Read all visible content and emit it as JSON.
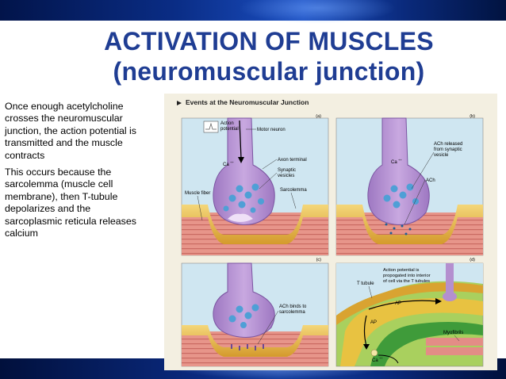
{
  "slide": {
    "title_line1": "ACTIVATION OF MUSCLES",
    "title_line2": "(neuromuscular junction)",
    "paragraph1": "Once enough acetylcholine crosses the neuromuscular junction, the action potential is transmitted and the muscle contracts",
    "paragraph2": "This occurs because the sarcolemma (muscle cell membrane), then T-tubule depolarizes and the sarcoplasmic reticula releases calcium"
  },
  "figure": {
    "title": "Events at the Neuromuscular Junction",
    "panels": {
      "a": {
        "letter": "(a)",
        "labels": {
          "action_potential": "Action potential",
          "motor_neuron": "Motor neuron",
          "ca": "Ca",
          "axon_terminal": "Axon terminal",
          "synaptic_vesicles": "Synaptic vesicles",
          "sarcolemma": "Sarcolemma",
          "muscle_fiber": "Muscle fiber"
        }
      },
      "b": {
        "letter": "(b)",
        "labels": {
          "ach_released": "ACh released from synaptic vesicle",
          "ca": "Ca",
          "ach": "ACh"
        }
      },
      "c": {
        "letter": "(c)",
        "labels": {
          "ach_binds": "ACh binds to sarcolemma"
        }
      },
      "d": {
        "letter": "(d)",
        "labels": {
          "ap_propagated": "Action potential is propogated into interior of cell via the T tubules",
          "t_tubule": "T tubule",
          "ap1": "AP",
          "ap2": "AP",
          "myofibrils": "Myofibrils",
          "ca": "Ca"
        }
      }
    },
    "ion_superscript": "++"
  },
  "colors": {
    "title": "#1f3d93",
    "neuron": "#b48fcf",
    "vesicle": "#4f9fd6",
    "muscle": "#e08e84",
    "membrane": "#d9a331"
  }
}
